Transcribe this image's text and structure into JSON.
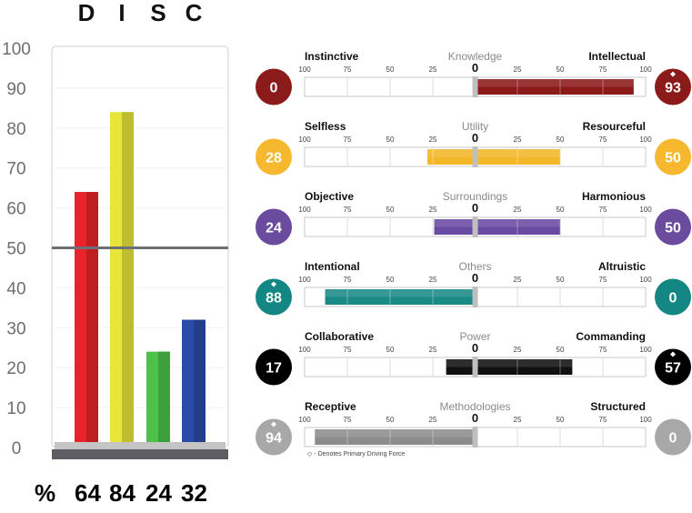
{
  "chart_data": [
    {
      "type": "bar",
      "categories": [
        "D",
        "I",
        "S",
        "C"
      ],
      "values": [
        64,
        84,
        24,
        32
      ],
      "colors": [
        "#e8232a",
        "#e8e53a",
        "#4cc24a",
        "#2a4ba8"
      ],
      "ylim": [
        0,
        100
      ],
      "yticks": [
        "0",
        "10",
        "20",
        "30",
        "40",
        "50",
        "60",
        "70",
        "80",
        "90",
        "100"
      ],
      "reference_line": 50,
      "percent_label": "%",
      "value_labels": [
        "64",
        "84",
        "24",
        "32"
      ]
    },
    {
      "type": "bar",
      "description_scale": [
        100,
        75,
        50,
        25,
        0,
        25,
        50,
        75,
        100
      ],
      "scale_labels": [
        "100",
        "75",
        "50",
        "25",
        "0",
        "25",
        "50",
        "75",
        "100"
      ],
      "drivers": [
        {
          "name": "Knowledge",
          "left_label": "Instinctive",
          "right_label": "Intellectual",
          "left_value": 0,
          "right_value": 93,
          "left_text": "0",
          "right_text": "93",
          "primary_side": "right",
          "color": "#8b1a1a",
          "circle_left": "#8b1a1a",
          "circle_right": "#8b1a1a"
        },
        {
          "name": "Utility",
          "left_label": "Selfless",
          "right_label": "Resourceful",
          "left_value": 28,
          "right_value": 50,
          "left_text": "28",
          "right_text": "50",
          "primary_side": "",
          "color": "#f2b82a",
          "circle_left": "#f5b82e",
          "circle_right": "#f5b82e"
        },
        {
          "name": "Surroundings",
          "left_label": "Objective",
          "right_label": "Harmonious",
          "left_value": 24,
          "right_value": 50,
          "left_text": "24",
          "right_text": "50",
          "primary_side": "",
          "color": "#6a4ba3",
          "circle_left": "#6a4b9e",
          "circle_right": "#6a4b9e"
        },
        {
          "name": "Others",
          "left_label": "Intentional",
          "right_label": "Altruistic",
          "left_value": 88,
          "right_value": 0,
          "left_text": "88",
          "right_text": "0",
          "primary_side": "left",
          "color": "#1a8a86",
          "circle_left": "#148784",
          "circle_right": "#148784"
        },
        {
          "name": "Power",
          "left_label": "Collaborative",
          "right_label": "Commanding",
          "left_value": 17,
          "right_value": 57,
          "left_text": "17",
          "right_text": "57",
          "primary_side": "right",
          "color": "#111111",
          "circle_left": "#000000",
          "circle_right": "#000000"
        },
        {
          "name": "Methodologies",
          "left_label": "Receptive",
          "right_label": "Structured",
          "left_value": 94,
          "right_value": 0,
          "left_text": "94",
          "right_text": "0",
          "primary_side": "left",
          "color": "#8c8c8c",
          "circle_left": "#a8a8a8",
          "circle_right": "#a8a8a8"
        }
      ],
      "center_label": "0",
      "footnote": "◇ - Denotes Primary Driving Force"
    }
  ]
}
